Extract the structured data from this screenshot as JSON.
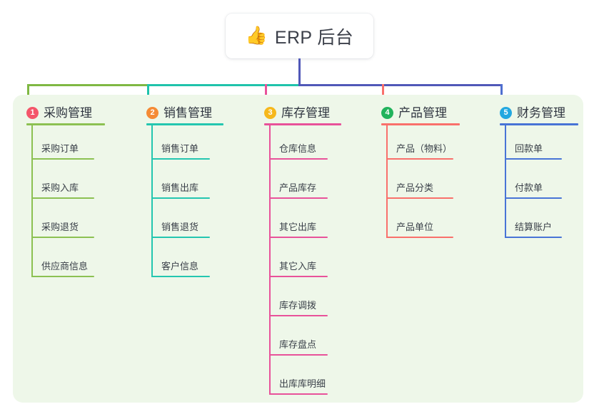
{
  "root": {
    "icon": "thumbs-up-icon",
    "emoji": "👍",
    "title": "ERP 后台"
  },
  "palette": {
    "panel_bg": "#eef7e9",
    "page_bg": "#ffffff",
    "text": "#3a4049",
    "connector_green": "#7fb843",
    "connector_teal": "#1fc3ab",
    "connector_purple": "#5058b8"
  },
  "columns": [
    {
      "index": "1",
      "title": "采购管理",
      "badge_color": "#f4566a",
      "line_color": "#8cc152",
      "drop_color": "#7fb843",
      "items": [
        "采购订单",
        "采购入库",
        "采购退货",
        "供应商信息"
      ]
    },
    {
      "index": "2",
      "title": "销售管理",
      "badge_color": "#f58b35",
      "line_color": "#24c6b0",
      "drop_color": "#1fc3ab",
      "items": [
        "销售订单",
        "销售出库",
        "销售退货",
        "客户信息"
      ]
    },
    {
      "index": "3",
      "title": "库存管理",
      "badge_color": "#f6b81c",
      "line_color": "#e8529a",
      "drop_color": "#e8529a",
      "items": [
        "仓库信息",
        "产品库存",
        "其它出库",
        "其它入库",
        "库存调拨",
        "库存盘点",
        "出库库明细"
      ]
    },
    {
      "index": "4",
      "title": "产品管理",
      "badge_color": "#21b35c",
      "line_color": "#f9706b",
      "drop_color": "#f9706b",
      "items": [
        "产品（物料）",
        "产品分类",
        "产品单位"
      ]
    },
    {
      "index": "5",
      "title": "财务管理",
      "badge_color": "#23a8e0",
      "line_color": "#4874d6",
      "drop_color": "#4f6fd0",
      "items": [
        "回款单",
        "付款单",
        "结算账户"
      ]
    }
  ]
}
